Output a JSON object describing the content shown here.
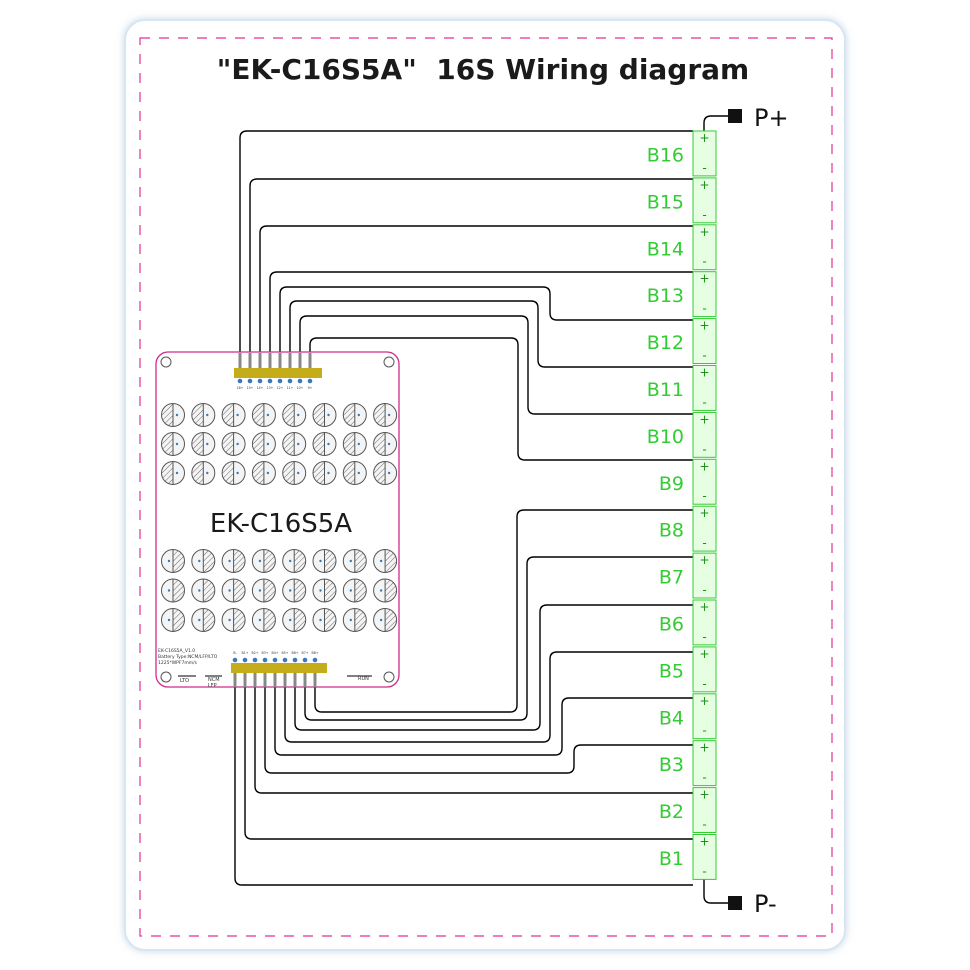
{
  "title": "\"EK-C16S5A\"  16S Wiring diagram",
  "board": {
    "name": "EK-C16S5A",
    "info_lines": [
      "EK-C16S5A_V1.0",
      "Battery Type:NCM/LFP/LTO",
      "1225*WPF7mm/s"
    ],
    "switch_left": "LTO",
    "switch_mid_top": "NCM",
    "switch_mid_bottom": "LFP",
    "switch_right": "RUN",
    "top_pin_labels": [
      "16+",
      "15+",
      "14+",
      "13+",
      "12+",
      "11+",
      "10+",
      "9+"
    ],
    "bottom_pin_labels": [
      "B-",
      "B1+",
      "B2+",
      "B3+",
      "B4+",
      "B5+",
      "B6+",
      "B7+",
      "B8+"
    ]
  },
  "terminals": {
    "positive": "P+",
    "negative": "P-"
  },
  "cells": [
    "B16",
    "B15",
    "B14",
    "B13",
    "B12",
    "B11",
    "B10",
    "B9",
    "B8",
    "B7",
    "B6",
    "B5",
    "B4",
    "B3",
    "B2",
    "B1"
  ],
  "cell_plus": "+",
  "cell_minus": "-",
  "colors": {
    "frame_border": "#d6e6f2",
    "dash": "#e0329a",
    "board_border": "#d02a8c",
    "header": "#c4ac1a",
    "cell_fill": "#e6ffe2",
    "cell_stroke": "#33cc33",
    "cell_text": "#33cc33",
    "pin": "#3d77b8",
    "wire": "#000000"
  }
}
